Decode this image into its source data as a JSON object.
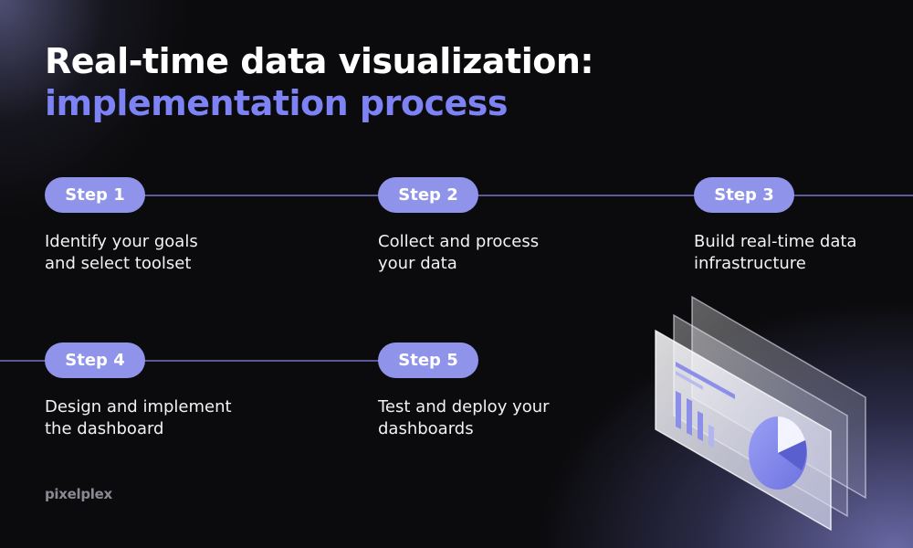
{
  "title": {
    "line1": "Real-time data visualization:",
    "line2": "implementation process"
  },
  "steps": [
    {
      "label": "Step 1",
      "lines": [
        "Identify your goals",
        "and select toolset"
      ]
    },
    {
      "label": "Step 2",
      "lines": [
        "Collect and process",
        "your data"
      ]
    },
    {
      "label": "Step 3",
      "lines": [
        "Build real-time data",
        "infrastructure"
      ]
    },
    {
      "label": "Step 4",
      "lines": [
        "Design and implement",
        "the dashboard"
      ]
    },
    {
      "label": "Step 5",
      "lines": [
        "Test and deploy your",
        "dashboards"
      ]
    }
  ],
  "brand": {
    "name": "pixelplex"
  },
  "colors": {
    "accent": "#7d83f5",
    "pill": "#8f93ea",
    "connector": "#5a5a98",
    "background": "#0b0b0d"
  },
  "illustration": {
    "icon": "dashboard-panels-icon"
  }
}
